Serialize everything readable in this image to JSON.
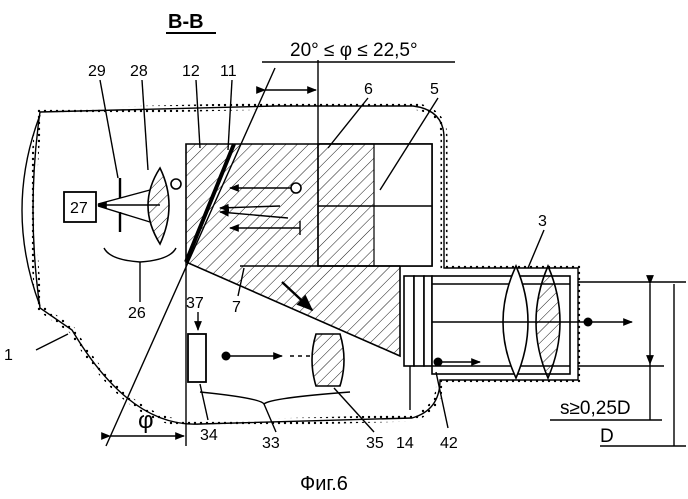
{
  "section_title": "В-В",
  "angle_range": "20° ≤ φ ≤ 22,5°",
  "angle_symbol": "φ",
  "s_condition": "s≥0,25D",
  "d_label": "D",
  "caption": "Фиг.6",
  "labels": {
    "n1": "1",
    "n3": "3",
    "n5": "5",
    "n6": "6",
    "n7": "7",
    "n11": "11",
    "n12": "12",
    "n14": "14",
    "n26": "26",
    "n27": "27",
    "n28": "28",
    "n29": "29",
    "n33": "33",
    "n34": "34",
    "n35": "35",
    "n37": "37",
    "n42": "42"
  }
}
